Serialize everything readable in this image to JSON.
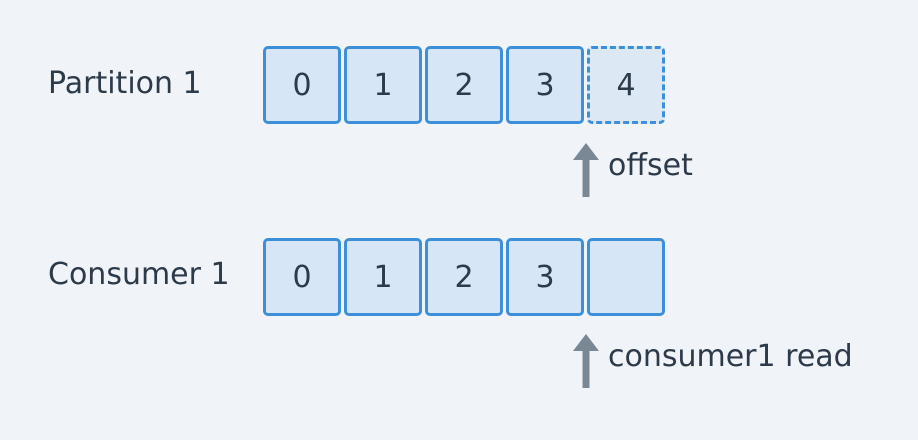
{
  "partition": {
    "label": "Partition 1",
    "cells": [
      {
        "text": "0",
        "dashed": false
      },
      {
        "text": "1",
        "dashed": false
      },
      {
        "text": "2",
        "dashed": false
      },
      {
        "text": "3",
        "dashed": false
      },
      {
        "text": "4",
        "dashed": true
      }
    ],
    "pointer_label": "offset"
  },
  "consumer": {
    "label": "Consumer 1",
    "cells": [
      {
        "text": "0",
        "dashed": false
      },
      {
        "text": "1",
        "dashed": false
      },
      {
        "text": "2",
        "dashed": false
      },
      {
        "text": "3",
        "dashed": false
      },
      {
        "text": "",
        "dashed": false
      }
    ],
    "pointer_label": "consumer1 read"
  },
  "colors": {
    "background": "#f0f4f8",
    "cell_border": "#3d8fd9",
    "cell_fill": "#d6e6f7",
    "arrow": "#7a8794",
    "text": "#2d3a4a"
  }
}
